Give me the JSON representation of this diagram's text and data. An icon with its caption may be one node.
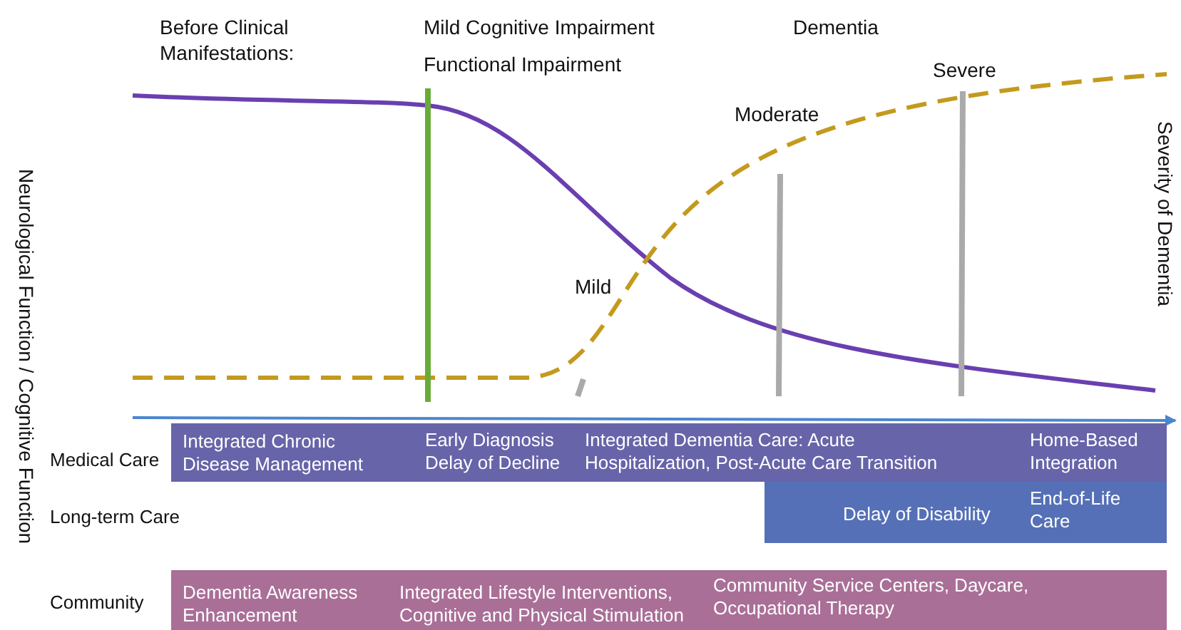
{
  "diagram": {
    "nodes": [
      {
        "text": [
          "Integrated Chronic Disease Management",
          "Early Diagnosis Delay of Decline",
          "Integrated Dementia Care: Acute Hospitalization, Post-Acute Care Transition",
          "Home-Based Integration"
        ]
      },
      {
        "text": [
          "Delay of Disability",
          "End-of-Life Care"
        ]
      },
      {
        "text": [
          "Dementia Awareness Enhancement",
          "Integrated Lifestyle Interventions, Cognitive and Physical Stimulation",
          "Community Service Centers, Daycare, Occupational Therapy"
        ]
      }
    ],
    "edges": [],
    "labels": [
      "Before Clinical Manifestations:",
      "Mild Cognitive Impairment",
      "Functional Impairment",
      "Dementia",
      "Severe",
      "Moderate",
      "Mild",
      "Neurological Function / Cognitive Function",
      "Severity of Dementia",
      "Medical Care",
      "Long-term Care",
      "Community"
    ]
  }
}
